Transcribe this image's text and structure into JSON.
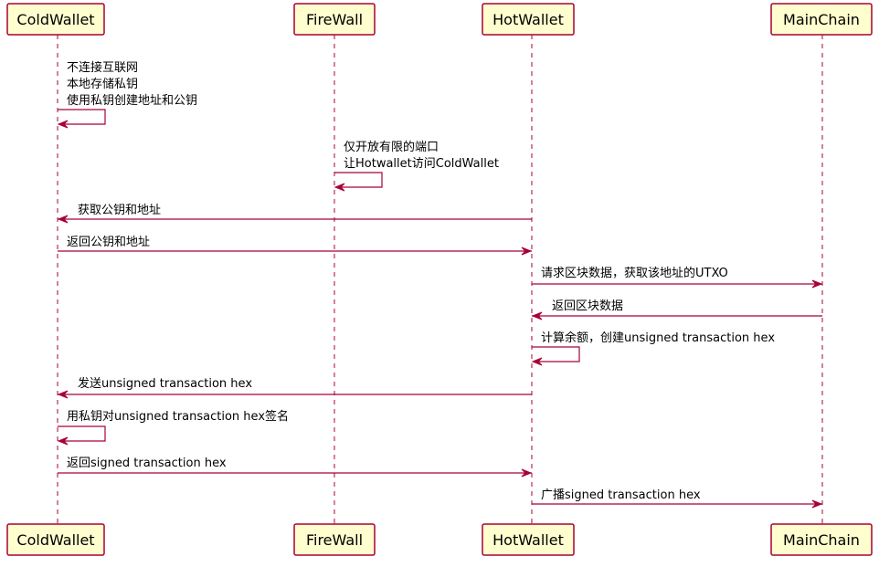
{
  "participants": [
    {
      "id": "cold",
      "label": "ColdWallet"
    },
    {
      "id": "fire",
      "label": "FireWall"
    },
    {
      "id": "hot",
      "label": "HotWallet"
    },
    {
      "id": "main",
      "label": "MainChain"
    }
  ],
  "messages": [
    {
      "from": "cold",
      "to": "cold",
      "lines": [
        "不连接互联网",
        "本地存储私钥",
        "使用私钥创建地址和公钥"
      ]
    },
    {
      "from": "fire",
      "to": "fire",
      "lines": [
        "仅开放有限的端口",
        "让Hotwallet访问ColdWallet"
      ]
    },
    {
      "from": "hot",
      "to": "cold",
      "lines": [
        "获取公钥和地址"
      ]
    },
    {
      "from": "cold",
      "to": "hot",
      "lines": [
        "返回公钥和地址"
      ]
    },
    {
      "from": "hot",
      "to": "main",
      "lines": [
        "请求区块数据，获取该地址的UTXO"
      ]
    },
    {
      "from": "main",
      "to": "hot",
      "lines": [
        "返回区块数据"
      ]
    },
    {
      "from": "hot",
      "to": "hot",
      "lines": [
        "计算余额，创建unsigned transaction hex"
      ]
    },
    {
      "from": "hot",
      "to": "cold",
      "lines": [
        "发送unsigned transaction hex"
      ]
    },
    {
      "from": "cold",
      "to": "cold",
      "lines": [
        "用私钥对unsigned transaction hex签名"
      ]
    },
    {
      "from": "cold",
      "to": "hot",
      "lines": [
        "返回signed transaction hex"
      ]
    },
    {
      "from": "hot",
      "to": "main",
      "lines": [
        "广播signed transaction hex"
      ]
    }
  ]
}
